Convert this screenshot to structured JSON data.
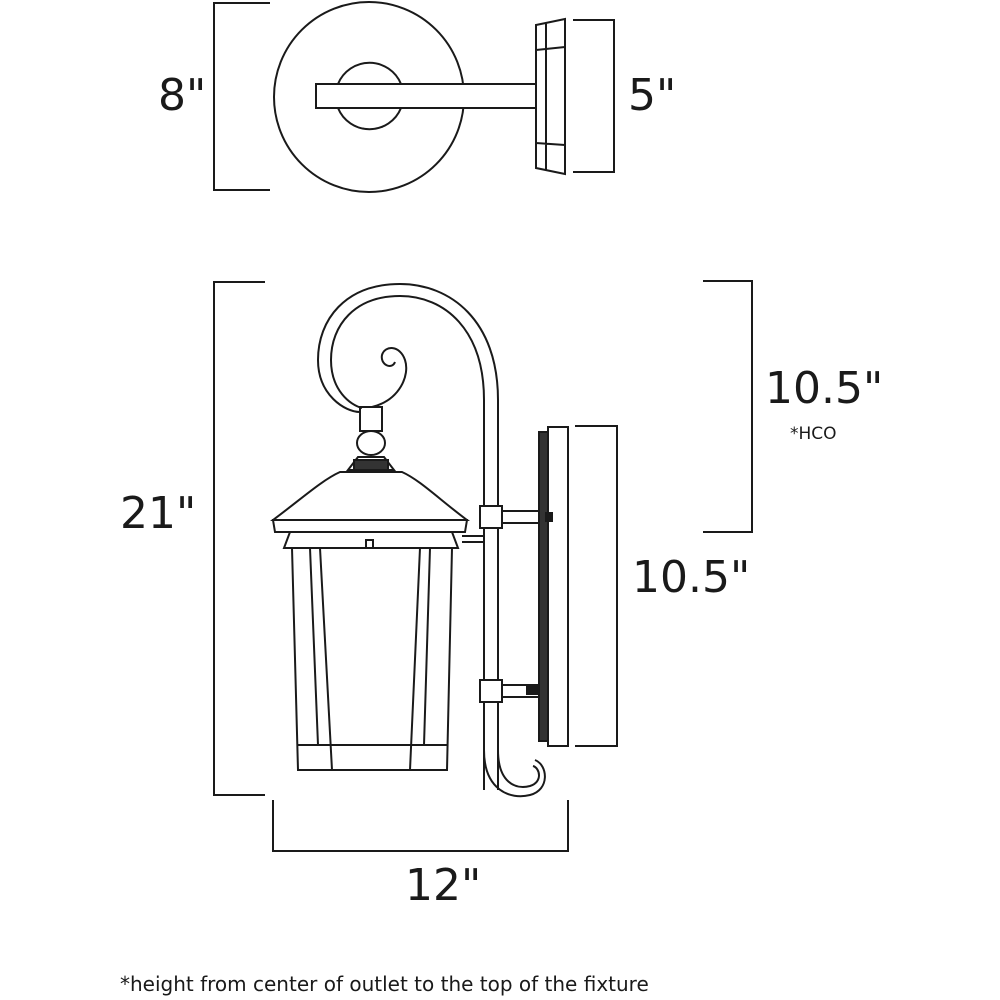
{
  "top_view": {
    "width_label": "8\"",
    "depth_label": "5\""
  },
  "side_view": {
    "height_label": "21\"",
    "hco_label": "10.5\"",
    "hco_marker": "*HCO",
    "backplate_label": "10.5\"",
    "extension_label": "12\""
  },
  "footnote": "*height from center of outlet to the top of the fixture",
  "colors": {
    "line": "#1a1a1a",
    "background": "#ffffff"
  }
}
